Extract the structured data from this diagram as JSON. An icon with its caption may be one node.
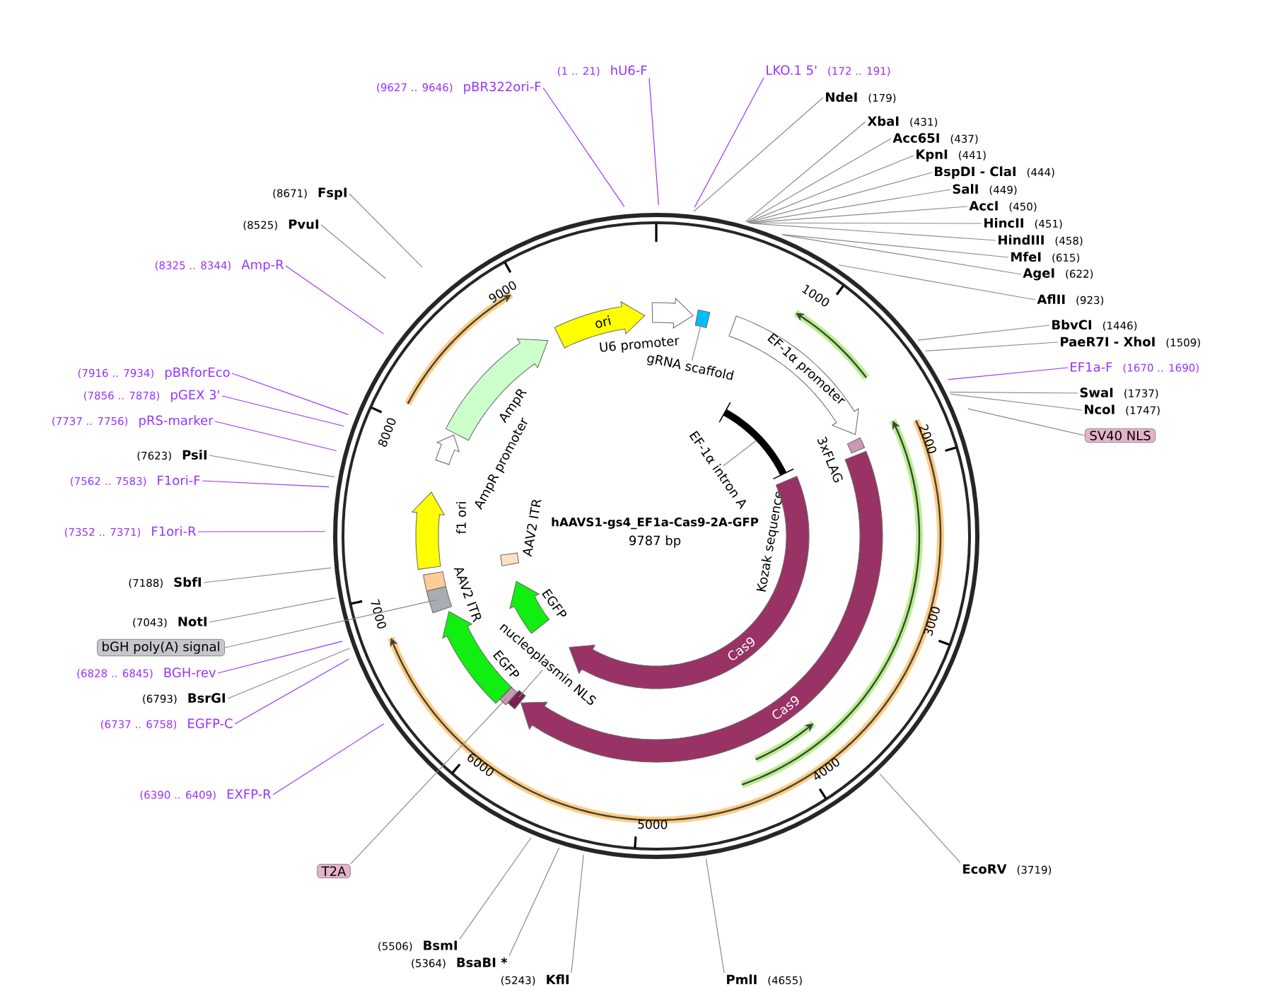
{
  "diagram": {
    "title": "hAAVS1-gs4_EF1a-Cas9-2A-GFP",
    "nodes": [
      {
        "text": [
          "(9627 .. 9646)",
          "pBR322ori-F"
        ]
      },
      {
        "text": [
          "(1 .. 21)",
          "hU6-F"
        ]
      },
      {
        "text": [
          "LKO.1 5'",
          "(172 .. 191)"
        ]
      },
      {
        "text": [
          "NdeI",
          "(179)"
        ]
      },
      {
        "text": [
          "(8671)",
          "FspI"
        ]
      },
      {
        "text": [
          "(8525)",
          "PvuI"
        ]
      },
      {
        "text": [
          "XbaI",
          "(431)"
        ]
      },
      {
        "text": [
          "Acc65I",
          "(437)"
        ]
      },
      {
        "text": [
          "KpnI",
          "(441)"
        ]
      },
      {
        "text": [
          "BspDI - ClaI",
          "(444)"
        ]
      },
      {
        "text": [
          "SalI",
          "(449)"
        ]
      },
      {
        "text": [
          "AccI",
          "(450)"
        ]
      },
      {
        "text": [
          "HincII",
          "(451)"
        ]
      },
      {
        "text": [
          "HindIII",
          "(458)"
        ]
      },
      {
        "text": [
          "MfeI",
          "(615)"
        ]
      },
      {
        "text": [
          "AgeI",
          "(622)"
        ]
      },
      {
        "text": [
          "(8325 .. 8344)",
          "Amp-R"
        ]
      },
      {
        "text": [
          "AflII",
          "(923)"
        ]
      },
      {
        "text": [
          "BbvCI",
          "(1446)"
        ]
      },
      {
        "text": [
          "PaeR7I - XhoI",
          "(1509)"
        ]
      },
      {
        "text": [
          "(7916 .. 7934)",
          "pBRforEco"
        ]
      },
      {
        "text": [
          "EF1a-F",
          "(1670 .. 1690)"
        ]
      },
      {
        "text": [
          "(7856 .. 7878)",
          "pGEX 3'"
        ]
      },
      {
        "text": [
          "SwaI",
          "(1737)"
        ]
      },
      {
        "text": [
          "NcoI",
          "(1747)"
        ]
      },
      {
        "text": [
          "(7737 .. 7756)",
          "pRS-marker"
        ]
      },
      {
        "text": [
          "SV40 NLS"
        ]
      },
      {
        "text": [
          "(7623)",
          "PsiI"
        ]
      },
      {
        "text": [
          "(7562 .. 7583)",
          "F1ori-F"
        ]
      },
      {
        "text": [
          "(7352 .. 7371)",
          "F1ori-R"
        ]
      },
      {
        "text": [
          "(7188)",
          "SbfI"
        ]
      },
      {
        "text": [
          "(7043)",
          "NotI"
        ]
      },
      {
        "text": [
          "bGH poly(A) signal"
        ]
      },
      {
        "text": [
          "(6828 .. 6845)",
          "BGH-rev"
        ]
      },
      {
        "text": [
          "(6793)",
          "BsrGI"
        ]
      },
      {
        "text": [
          "(6737 .. 6758)",
          "EGFP-C"
        ]
      },
      {
        "text": [
          "(6390 .. 6409)",
          "EXFP-R"
        ]
      },
      {
        "text": [
          "T2A"
        ]
      },
      {
        "text": [
          "EcoRV",
          "(3719)"
        ]
      },
      {
        "text": [
          "(5506)",
          "BsmI"
        ]
      },
      {
        "text": [
          "(5364)",
          "BsaBI *"
        ]
      },
      {
        "text": [
          "(5243)",
          "KflI"
        ]
      },
      {
        "text": [
          "PmlI",
          "(4655)"
        ]
      },
      {
        "text": [
          "ori"
        ]
      },
      {
        "text": [],
        "shape": "arrow"
      },
      {
        "text": [],
        "shape": "box"
      },
      {
        "text": [
          "gRNA scaffold"
        ]
      },
      {
        "text": [
          "EF-1α promoter"
        ]
      },
      {
        "text": [],
        "shape": "bar"
      },
      {
        "text": [
          "EF-1α intron A"
        ]
      },
      {
        "text": [],
        "shape": "box",
        "beside": [
          "3xFLAG"
        ]
      },
      {
        "text": [
          "Cas9"
        ]
      },
      {
        "text": [
          "Cas9"
        ]
      },
      {
        "text": [],
        "shape": "box"
      },
      {
        "text": [
          "nucleoplasmin NLS"
        ]
      },
      {
        "text": [],
        "shape": "arrow",
        "beside": [
          "EGFP"
        ]
      },
      {
        "text": [],
        "shape": "box"
      },
      {
        "text": [],
        "shape": "box"
      },
      {
        "text": [],
        "shape": "arrow",
        "beside": [
          "f1 ori"
        ]
      },
      {
        "text": [],
        "shape": "arrow"
      },
      {
        "text": [],
        "shape": "arrow",
        "beside": [
          "AmpR"
        ]
      },
      {
        "text": [],
        "shape": "arrow",
        "beside": [
          "EGFP"
        ]
      },
      {
        "text": [],
        "shape": "box"
      },
      {
        "text": [],
        "shape": "box"
      }
    ],
    "edges": [
      {
        "from": 0,
        "to": null,
        "arrow": "none",
        "color": "#9933ff"
      },
      {
        "from": 1,
        "to": null,
        "arrow": "none",
        "color": "#9933ff"
      },
      {
        "from": 2,
        "to": null,
        "arrow": "none",
        "color": "#9933ff"
      },
      {
        "from": 3,
        "to": null,
        "arrow": "none"
      },
      {
        "from": 4,
        "to": null,
        "arrow": "none"
      },
      {
        "from": 5,
        "to": null,
        "arrow": "none"
      },
      {
        "from": 6,
        "to": null,
        "arrow": "none"
      },
      {
        "from": 7,
        "to": null,
        "arrow": "none"
      },
      {
        "from": 8,
        "to": null,
        "arrow": "none"
      },
      {
        "from": 9,
        "to": null,
        "arrow": "none"
      },
      {
        "from": 10,
        "to": null,
        "arrow": "none"
      },
      {
        "from": 11,
        "to": null,
        "arrow": "none"
      },
      {
        "from": 12,
        "to": null,
        "arrow": "none"
      },
      {
        "from": 13,
        "to": null,
        "arrow": "none"
      },
      {
        "from": 14,
        "to": null,
        "arrow": "none"
      },
      {
        "from": 15,
        "to": null,
        "arrow": "none"
      },
      {
        "from": 16,
        "to": null,
        "arrow": "none",
        "color": "#9933ff"
      },
      {
        "from": 17,
        "to": null,
        "arrow": "none"
      },
      {
        "from": 18,
        "to": null,
        "arrow": "none"
      },
      {
        "from": 19,
        "to": null,
        "arrow": "none"
      },
      {
        "from": 20,
        "to": null,
        "arrow": "none",
        "color": "#9933ff"
      },
      {
        "from": 21,
        "to": null,
        "arrow": "none",
        "color": "#9933ff"
      },
      {
        "from": 22,
        "to": null,
        "arrow": "none",
        "color": "#9933ff"
      },
      {
        "from": 23,
        "to": null,
        "arrow": "none"
      },
      {
        "from": 24,
        "to": null,
        "arrow": "none"
      },
      {
        "from": 25,
        "to": null,
        "arrow": "none",
        "color": "#9933ff"
      },
      {
        "from": 26,
        "to": null,
        "arrow": "none"
      },
      {
        "from": 27,
        "to": null,
        "arrow": "none"
      },
      {
        "from": 28,
        "to": null,
        "arrow": "none",
        "color": "#9933ff"
      },
      {
        "from": 29,
        "to": null,
        "arrow": "none",
        "color": "#9933ff"
      },
      {
        "from": 30,
        "to": null,
        "arrow": "none"
      },
      {
        "from": 31,
        "to": null,
        "arrow": "none"
      },
      {
        "from": 32,
        "to": 56,
        "arrow": "none"
      },
      {
        "from": 33,
        "to": null,
        "arrow": "none",
        "color": "#9933ff"
      },
      {
        "from": 34,
        "to": null,
        "arrow": "none"
      },
      {
        "from": 35,
        "to": null,
        "arrow": "none",
        "color": "#9933ff"
      },
      {
        "from": 36,
        "to": null,
        "arrow": "none",
        "color": "#9933ff"
      },
      {
        "from": 37,
        "to": 63,
        "arrow": "none"
      },
      {
        "from": 38,
        "to": null,
        "arrow": "none"
      },
      {
        "from": 39,
        "to": null,
        "arrow": "none"
      },
      {
        "from": 40,
        "to": null,
        "arrow": "none"
      },
      {
        "from": 41,
        "to": null,
        "arrow": "none"
      },
      {
        "from": 42,
        "to": null,
        "arrow": "none"
      },
      {
        "from": 46,
        "to": 45,
        "arrow": "none"
      },
      {
        "from": 49,
        "to": 48,
        "arrow": "none"
      },
      {
        "from": 54,
        "to": 53,
        "arrow": "none"
      }
    ],
    "labels": [
      "1000",
      "2000",
      "3000",
      "4000",
      "5000",
      "6000",
      "7000",
      "8000",
      "9000",
      "9787 bp",
      "Kozak sequence",
      "U6 promoter",
      "AAV2 ITR",
      "AmpR promoter",
      "AAV2 ITR"
    ]
  }
}
